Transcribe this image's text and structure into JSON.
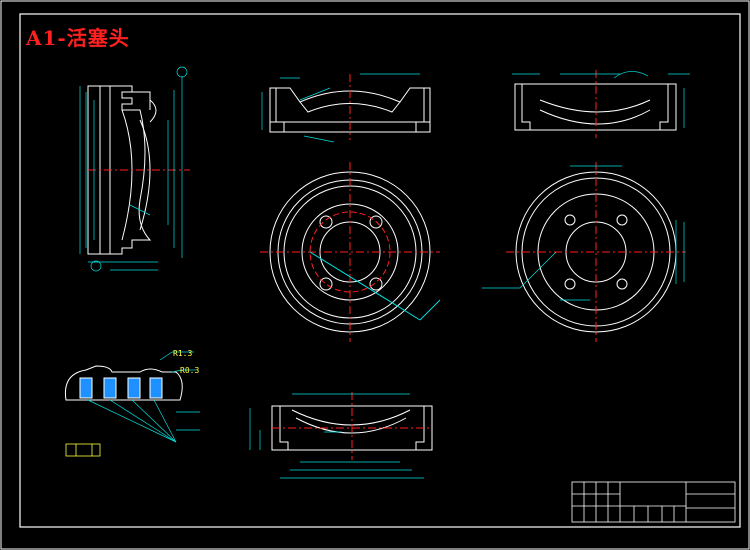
{
  "drawing": {
    "title": "A1-活塞头",
    "background_color": "#000000",
    "line_color": "#ffffff",
    "center_line_color": "#ff2020",
    "dimension_color": "#00e0e0",
    "hatch_color": "#1e90ff",
    "annotation_color": "#ffff40",
    "leader_color": "#20d040"
  },
  "labels": {
    "r13": "R1.3",
    "r03": "R0.3"
  }
}
